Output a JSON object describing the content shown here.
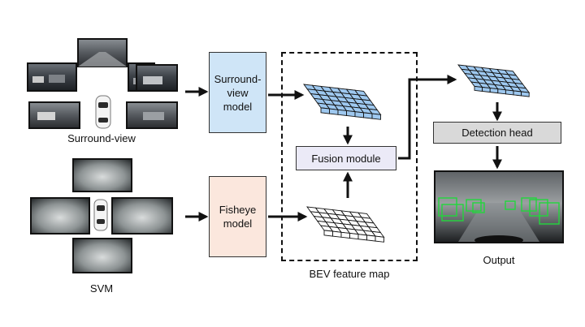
{
  "labels": {
    "surround_view": "Surround-view",
    "svm": "SVM",
    "bev_feature_map": "BEV feature map",
    "output": "Output"
  },
  "modules": {
    "surround_model": [
      "Surround-",
      "view",
      "model"
    ],
    "fisheye_model": [
      "Fisheye",
      "model"
    ],
    "fusion_module": "Fusion module",
    "detection_head": "Detection head"
  },
  "colors": {
    "surround_model_fill": "#cfe5f7",
    "fisheye_model_fill": "#fbe7dd",
    "fusion_module_fill": "#ebeaf7",
    "detection_head_fill": "#d9d9d9",
    "bev_grid_blue": "#9ec8ef",
    "bev_grid_white": "#ffffff",
    "detection_box_green": "#22d63c"
  },
  "icons": {
    "car": "car-top-view-icon",
    "camera_image": "parking-garage-camera-image"
  }
}
